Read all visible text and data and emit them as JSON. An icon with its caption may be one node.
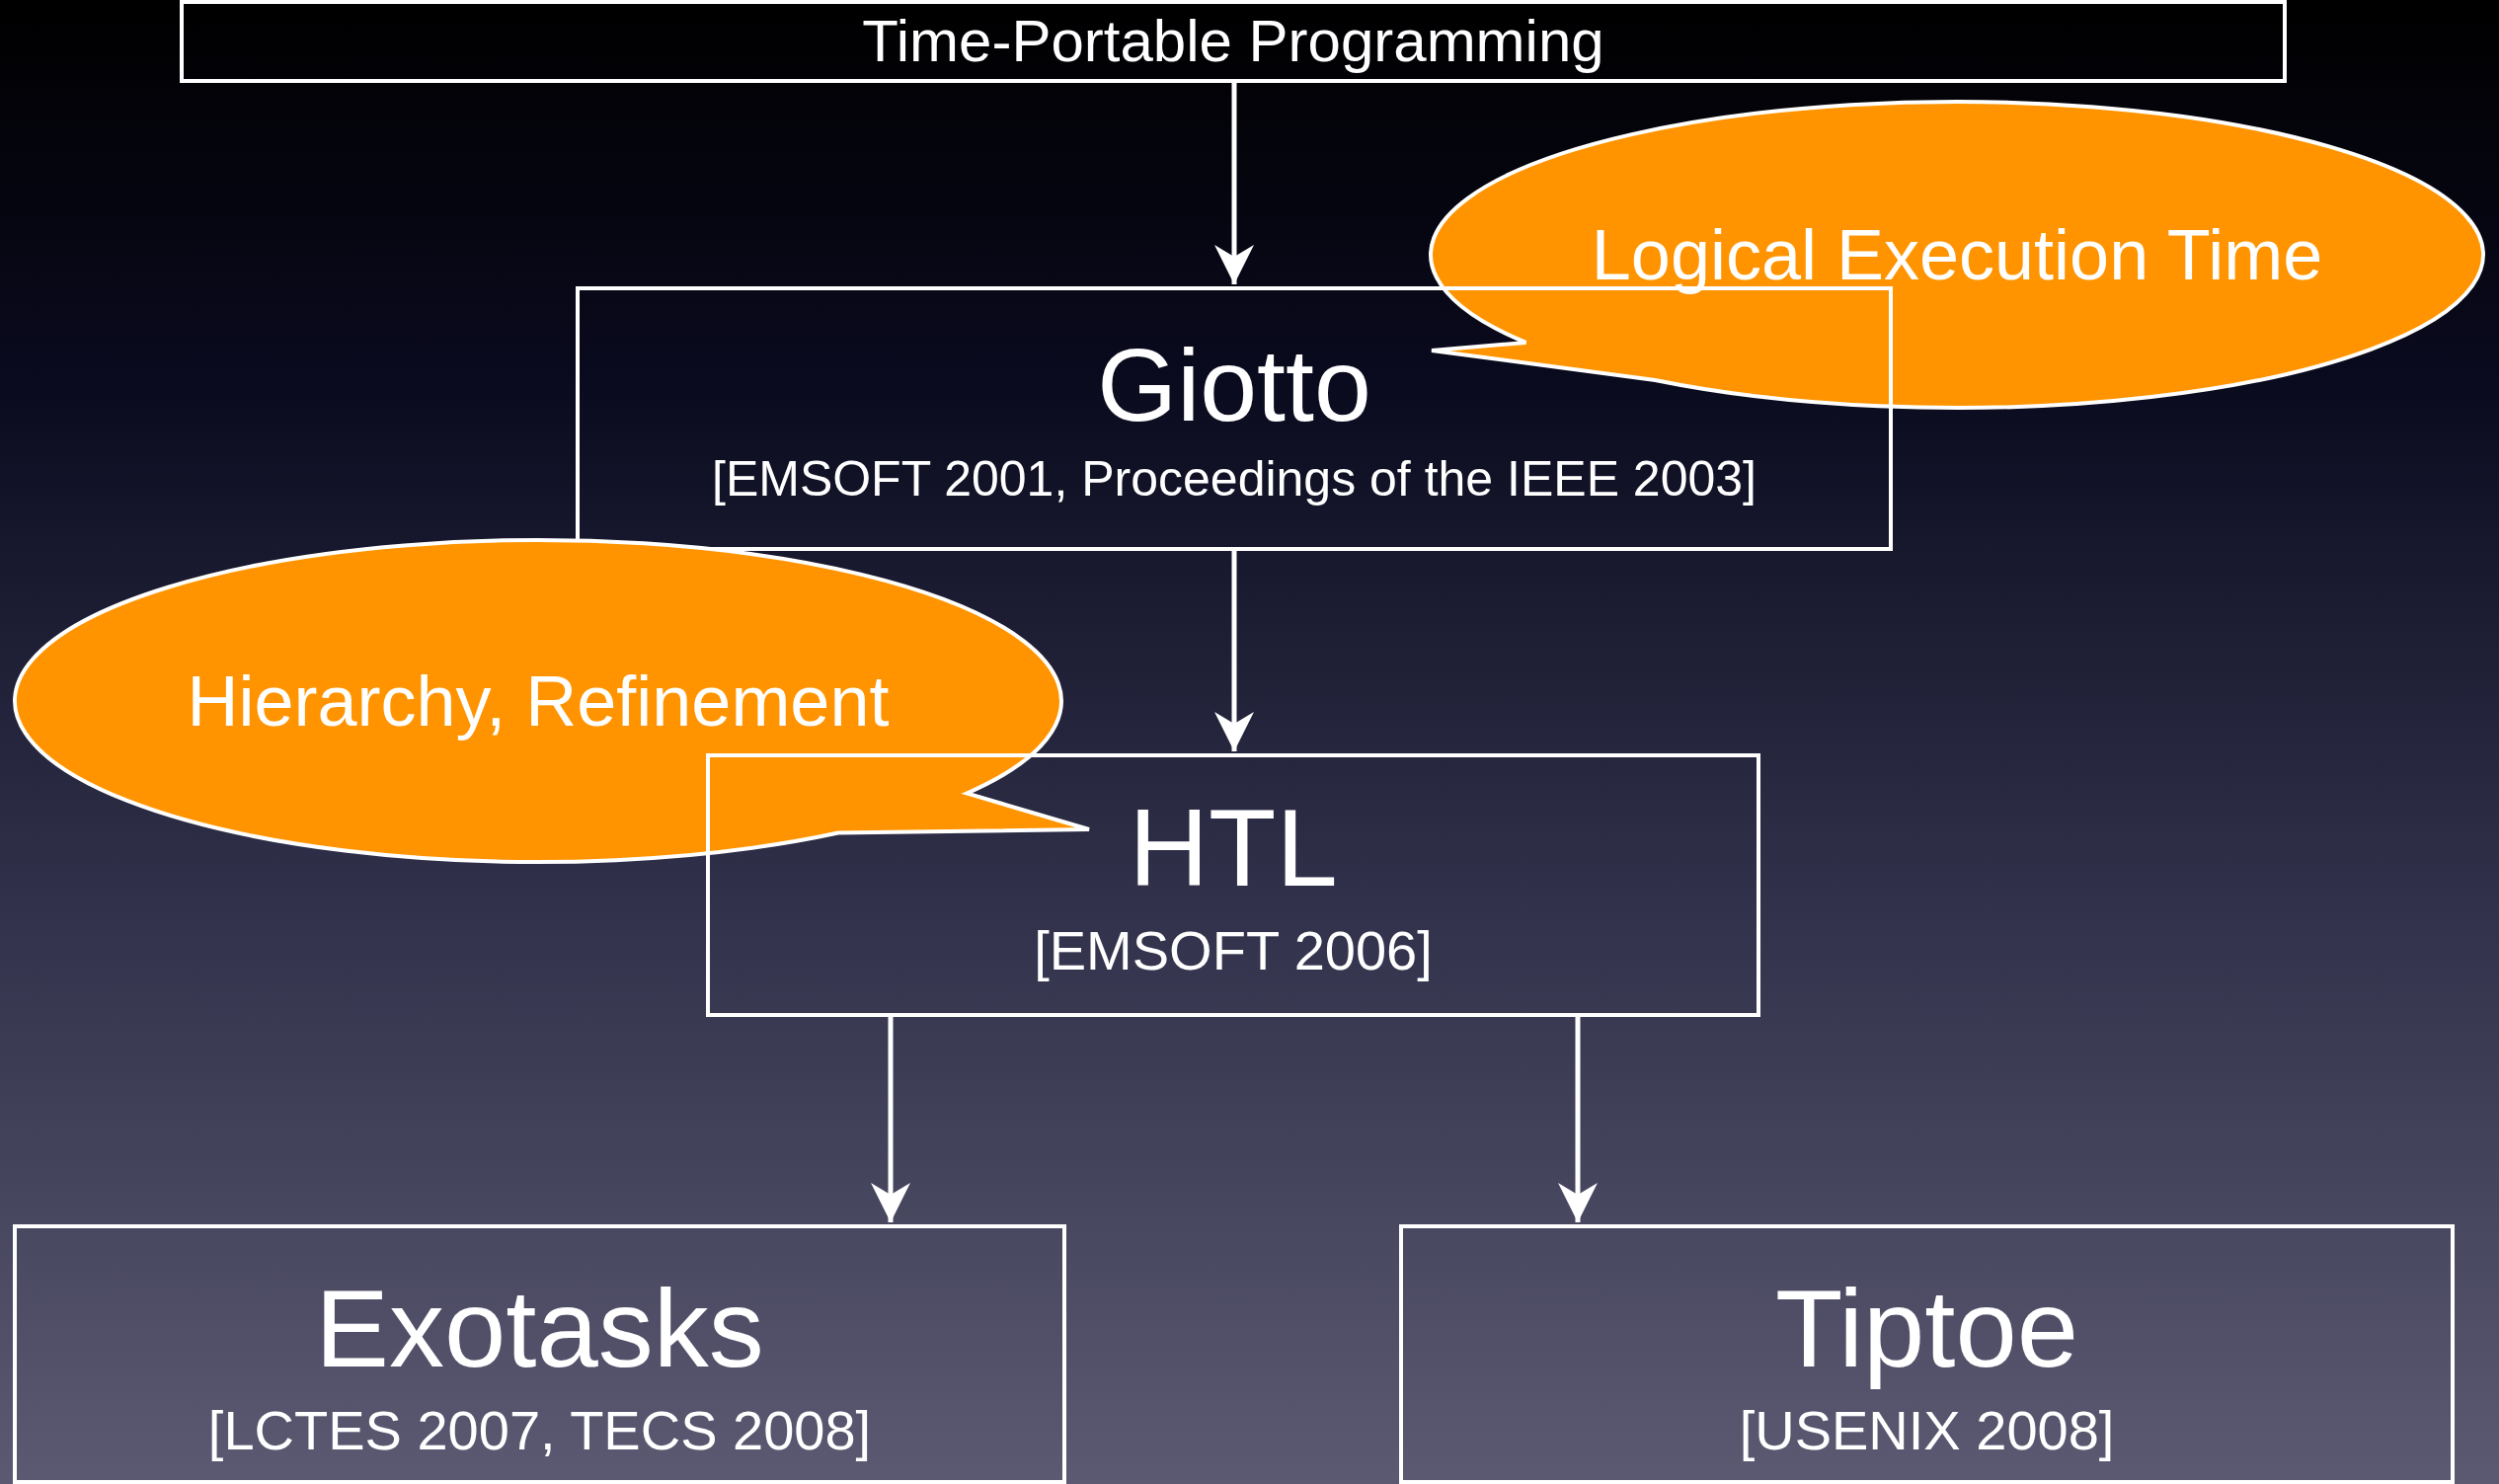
{
  "diagram": {
    "nodes": [
      {
        "text": [
          "Time-Portable Programming"
        ]
      },
      {
        "text": [
          "Logical Execution Time"
        ]
      },
      {
        "text": [
          "Giotto",
          "[EMSOFT 2001, Proceedings of the IEEE 2003]"
        ]
      },
      {
        "text": [
          "Hierarchy, Refinement"
        ]
      },
      {
        "text": [
          "HTL",
          "[EMSOFT 2006]"
        ]
      },
      {
        "text": [
          "Exotasks",
          "[LCTES 2007, TECS 2008]"
        ]
      },
      {
        "text": [
          "Tiptoe",
          "[USENIX 2008]"
        ]
      }
    ],
    "edges": [
      {
        "from": 0,
        "to": 2,
        "arrow": "to"
      },
      {
        "from": 2,
        "to": 4,
        "arrow": "to"
      },
      {
        "from": 4,
        "to": 5,
        "arrow": "to"
      },
      {
        "from": 4,
        "to": 6,
        "arrow": "to"
      }
    ]
  }
}
